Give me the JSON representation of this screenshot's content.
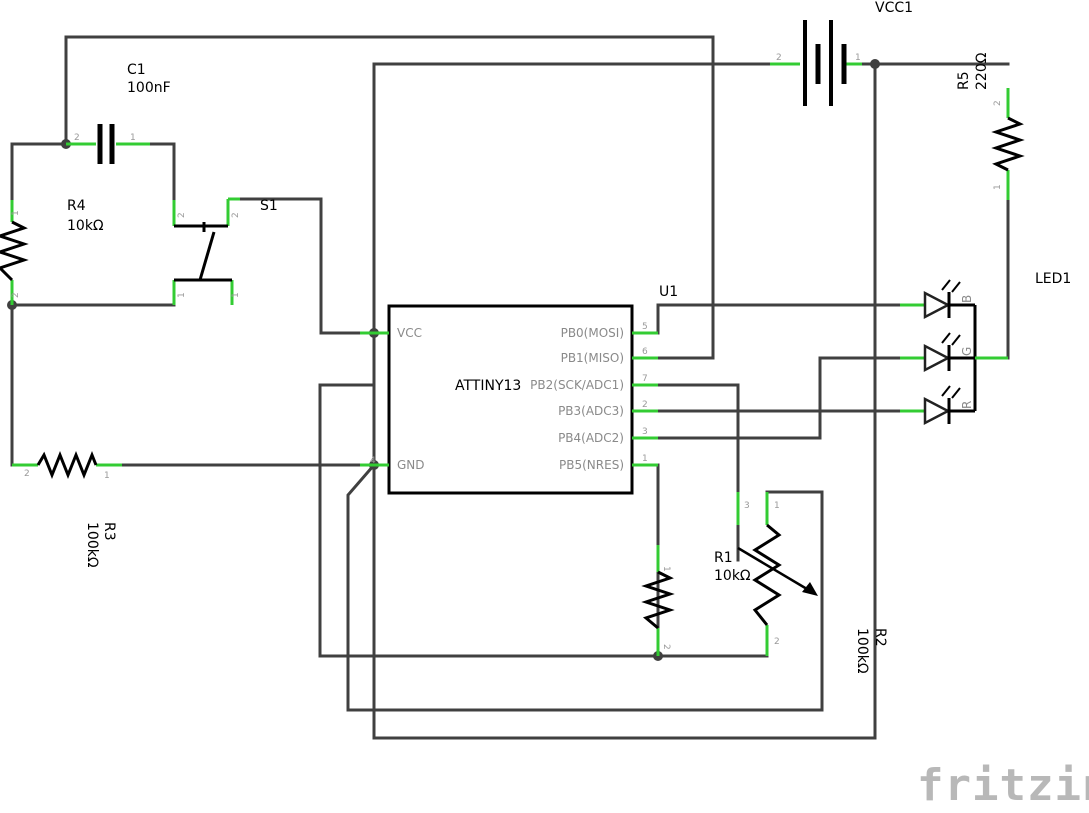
{
  "components": {
    "c1": {
      "ref": "C1",
      "value": "100nF"
    },
    "r4": {
      "ref": "R4",
      "value": "10kΩ"
    },
    "s1": {
      "ref": "S1"
    },
    "vcc1": {
      "ref": "VCC1"
    },
    "r5": {
      "ref": "R5",
      "value": "220Ω"
    },
    "led1": {
      "ref": "LED1",
      "channels": [
        "B",
        "G",
        "R"
      ]
    },
    "u1": {
      "ref": "U1",
      "part": "ATTINY13"
    },
    "r3": {
      "ref": "R3",
      "value": "100kΩ"
    },
    "r1": {
      "ref": "R1",
      "value": "10kΩ"
    },
    "r2": {
      "ref": "R2",
      "value": "100kΩ"
    }
  },
  "pins": {
    "left": [
      {
        "name": "VCC",
        "num": ""
      },
      {
        "name": "GND",
        "num": "4"
      }
    ],
    "right": [
      {
        "name": "PB0(MOSI)",
        "num": "5"
      },
      {
        "name": "PB1(MISO)",
        "num": "6"
      },
      {
        "name": "PB2(SCK/ADC1)",
        "num": "7"
      },
      {
        "name": "PB3(ADC3)",
        "num": "2"
      },
      {
        "name": "PB4(ADC2)",
        "num": "3"
      },
      {
        "name": "PB5(NRES)",
        "num": "1"
      }
    ]
  },
  "pin_numbers": {
    "c1_a": "2",
    "c1_b": "1",
    "vcc_a": "2",
    "vcc_b": "1",
    "r5_a": "2",
    "r5_b": "1",
    "r4_a": "1",
    "r4_b": "2",
    "s1_a": "2",
    "s1_b": "2",
    "s1_c": "1",
    "s1_d": "1",
    "r3_a": "2",
    "r3_b": "1",
    "r2_a": "1",
    "r2_b": "2",
    "r1_a": "1",
    "r1_b": "2",
    "r1_w": "3"
  },
  "branding": {
    "logo": "fritzing"
  }
}
